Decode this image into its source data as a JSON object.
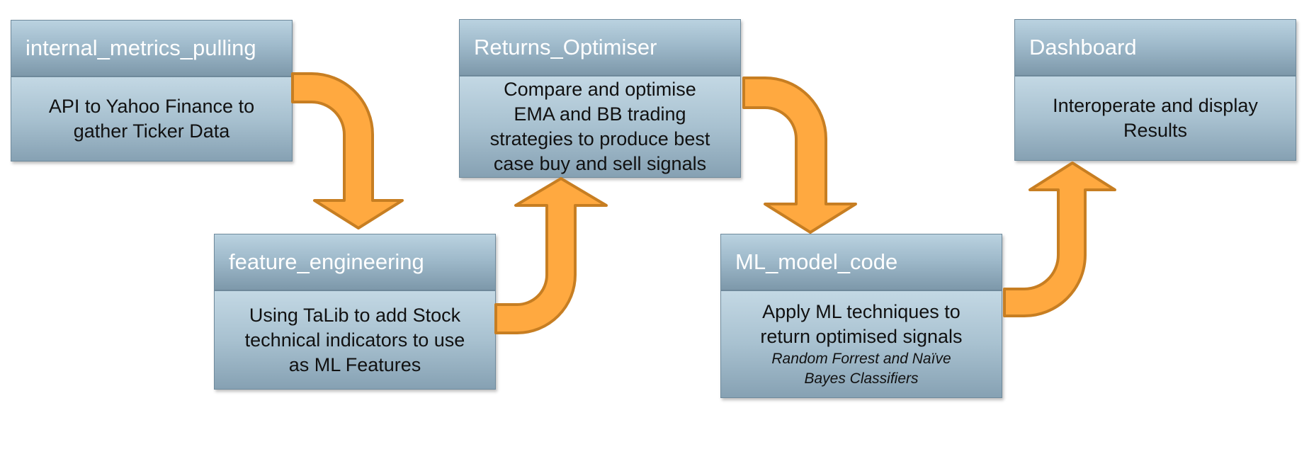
{
  "nodes": [
    {
      "id": "internal",
      "title": "internal_metrics_pulling",
      "lines": [
        "API to Yahoo Finance to",
        "gather Ticker Data"
      ],
      "notes": []
    },
    {
      "id": "feature",
      "title": "feature_engineering",
      "lines": [
        "Using TaLib to add Stock",
        "technical indicators to use",
        "as ML Features"
      ],
      "notes": []
    },
    {
      "id": "returns",
      "title": "Returns_Optimiser",
      "lines": [
        "Compare and optimise",
        "EMA and BB trading",
        "strategies to produce best",
        "case buy and sell signals"
      ],
      "notes": []
    },
    {
      "id": "ml",
      "title": "ML_model_code",
      "lines": [
        "Apply ML techniques to",
        "return optimised signals"
      ],
      "notes": [
        "Random Forrest and Naïve",
        "Bayes Classifiers"
      ]
    },
    {
      "id": "dashboard",
      "title": "Dashboard",
      "lines": [
        "Interoperate and display",
        "Results"
      ],
      "notes": []
    }
  ],
  "edges": [
    {
      "from": "internal",
      "to": "feature"
    },
    {
      "from": "feature",
      "to": "returns"
    },
    {
      "from": "returns",
      "to": "ml"
    },
    {
      "from": "ml",
      "to": "dashboard"
    }
  ],
  "colors": {
    "arrow_fill": "#ffa940",
    "arrow_stroke": "#c77e22",
    "header_text": "#ffffff",
    "body_text": "#111111"
  }
}
